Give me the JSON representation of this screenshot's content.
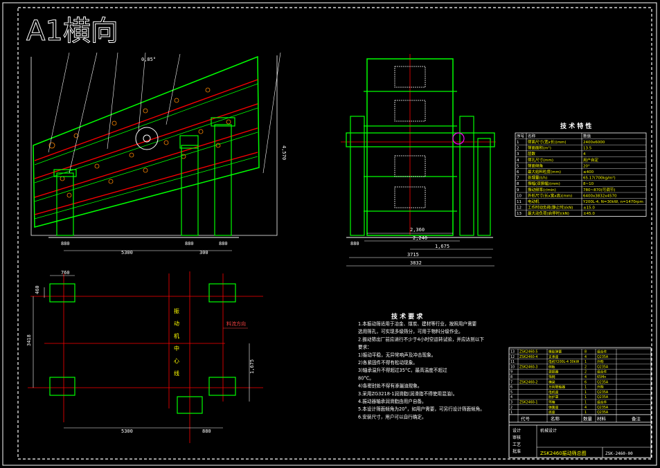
{
  "sheet": {
    "title": "A1横向"
  },
  "side_view": {
    "dims": {
      "a": "880",
      "b": "5300",
      "c": "880",
      "d": "880",
      "e": "300",
      "height": "4,570"
    },
    "angle_note": "0,85°"
  },
  "end_view": {
    "dims": {
      "w1": "2,360",
      "w2": "2,240",
      "w3": "1,675",
      "w4": "3715",
      "w5": "3832",
      "left": "880"
    }
  },
  "plan_view": {
    "dims": {
      "top": "760",
      "left_small": "460",
      "height": "3418",
      "right_h": "1,675",
      "bottom_left": "5300",
      "bottom_right": "880"
    },
    "center_label": "振动机中心线",
    "flow_label": "料流方向"
  },
  "tech_spec": {
    "title": "技 术 特 性",
    "header": [
      "序号",
      "名称",
      "数值"
    ],
    "rows": [
      [
        "1",
        "筛面尺寸(宽x长)(mm)",
        "2400x6000"
      ],
      [
        "2",
        "筛面面积(m²)",
        "13.5"
      ],
      [
        "3",
        "层数",
        "4"
      ],
      [
        "4",
        "筛孔尺寸(mm)",
        "用户自定"
      ],
      [
        "5",
        "筛面倾角",
        "20°"
      ],
      [
        "6",
        "最大给料粒度(mm)",
        "≤400"
      ],
      [
        "7",
        "处理量(t/h)",
        "65.17(700kg/m³)"
      ],
      [
        "8",
        "振幅(双振幅)(mm)",
        "8~10"
      ],
      [
        "9",
        "振动频率(r/min)",
        "780~870(可调节)"
      ],
      [
        "10",
        "外形尺寸(长x宽x高)(mm)",
        "6400x3832x4570"
      ],
      [
        "11",
        "电动机",
        "Y200L-4, N=30kW, n=1470rpm"
      ],
      [
        "12",
        "工作时动负荷(静止时)(kN)",
        "±15.0"
      ],
      [
        "13",
        "最大动负荷(启停时)(kN)",
        "±45.0"
      ]
    ]
  },
  "notes": {
    "title": "技 术 要 求",
    "lines": [
      "1.本振动筛适用于冶金、煤炭、建材等行业，按照用户需要",
      "  选用筛孔，可实现多级筛分，可用于物料分级作业。",
      "2.振动筛出厂前应进行不少于4小时空运转试验，并应达到以下",
      "  要求：",
      "  1)振动平稳，无异常响声及冲击现象。",
      "  2)各紧固件不得有松动现象。",
      "  3)轴承温升不得超过35°C，最高温度不超过",
      "  80°C。",
      "  4)各密封处不得有渗漏油现象。",
      "3.采用ZG3218-1润滑脂(润滑脂不得使用混油)。",
      "4.振动器轴承润滑脂由用户自备。",
      "5.本设计筛面倾角为20°，如用户需要，可另行设计筛面倾角。",
      "6.安装尺寸，用户可以自行确定。"
    ]
  },
  "title_block": {
    "part_rows": [
      [
        "13",
        "ZSK2460-5",
        "橡胶弹簧",
        "8",
        "组合件"
      ],
      [
        "12",
        "ZSK2460-4",
        "支承座",
        "4",
        "Q235A"
      ],
      [
        "11",
        "",
        "电机Y200L-4 30kW",
        "1",
        "外购"
      ],
      [
        "10",
        "ZSK2460-3",
        "侧板",
        "2",
        "Q235A"
      ],
      [
        "9",
        "",
        "激振器",
        "2",
        "组合件"
      ],
      [
        "8",
        "",
        "筛网",
        "4",
        "65Mn"
      ],
      [
        "7",
        "ZSK2460-2",
        "横梁",
        "6",
        "Q235A"
      ],
      [
        "6",
        "",
        "万向联轴器",
        "1",
        "外购"
      ],
      [
        "5",
        "",
        "电机座",
        "1",
        "Q235A"
      ],
      [
        "4",
        "",
        "防护罩",
        "1",
        "Q235A"
      ],
      [
        "3",
        "ZSK2460-1",
        "筛箱",
        "1",
        "组合件"
      ],
      [
        "2",
        "",
        "弹簧座",
        "4",
        "Q235A"
      ],
      [
        "1",
        "",
        "底座",
        "1",
        "Q235A"
      ]
    ],
    "header": [
      "代号",
      "名称",
      "数量",
      "材料",
      "备注"
    ],
    "drawing_name": "ZSK2460振动筛总图",
    "drawing_code": "ZSK-2460-00",
    "labels": {
      "design": "设计",
      "check": "审核",
      "process": "工艺",
      "approve": "批准",
      "company": "机械设计"
    }
  },
  "colors": {
    "green": "#00ff00",
    "red": "#ff0000",
    "yellow": "#ffff00",
    "white": "#ffffff",
    "cyan": "#00ffff",
    "magenta": "#ff00ff",
    "blue": "#3333ff"
  }
}
